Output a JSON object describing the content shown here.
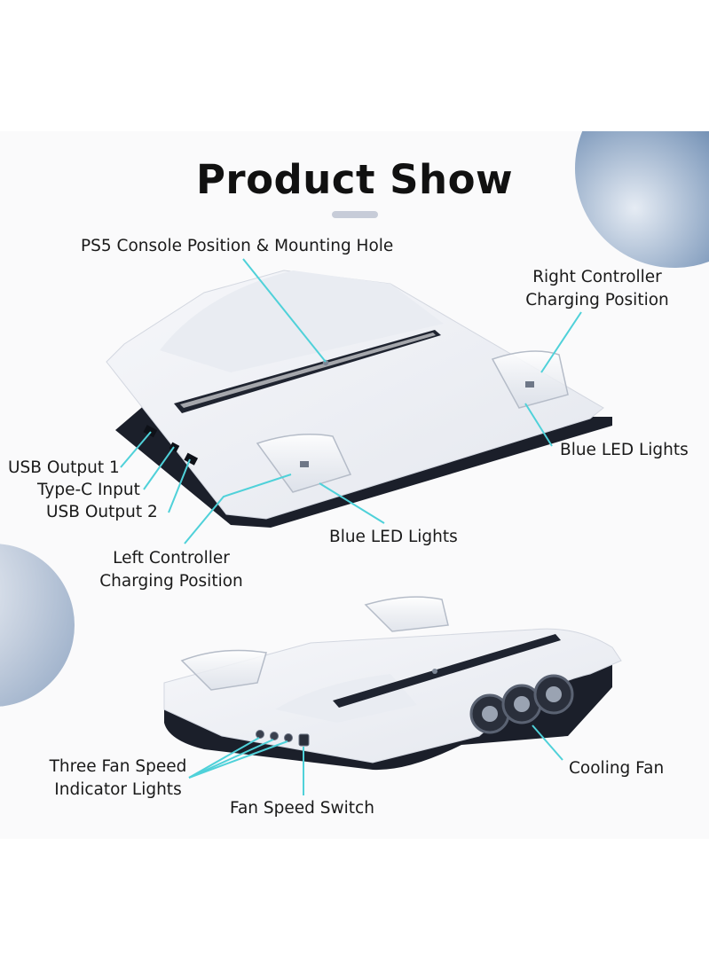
{
  "title": "Product Show",
  "colors": {
    "accent_line": "#4fd1d9",
    "decor_circle": "#5d7fa8",
    "device_white": "#f2f3f6",
    "device_black": "#1b1f2a",
    "text": "#1a1a1a"
  },
  "labels": {
    "ps5_position": "PS5 Console Position & Mounting Hole",
    "right_controller_l1": "Right Controller",
    "right_controller_l2": "Charging Position",
    "blue_led_right": "Blue LED Lights",
    "usb_output_1": "USB Output 1",
    "type_c_input": "Type-C Input",
    "usb_output_2": "USB Output 2",
    "blue_led_bottom": "Blue LED Lights",
    "left_controller_l1": "Left Controller",
    "left_controller_l2": "Charging Position",
    "fan_indicator_l1": "Three Fan Speed",
    "fan_indicator_l2": "Indicator Lights",
    "cooling_fan": "Cooling Fan",
    "fan_speed_switch": "Fan Speed Switch"
  }
}
